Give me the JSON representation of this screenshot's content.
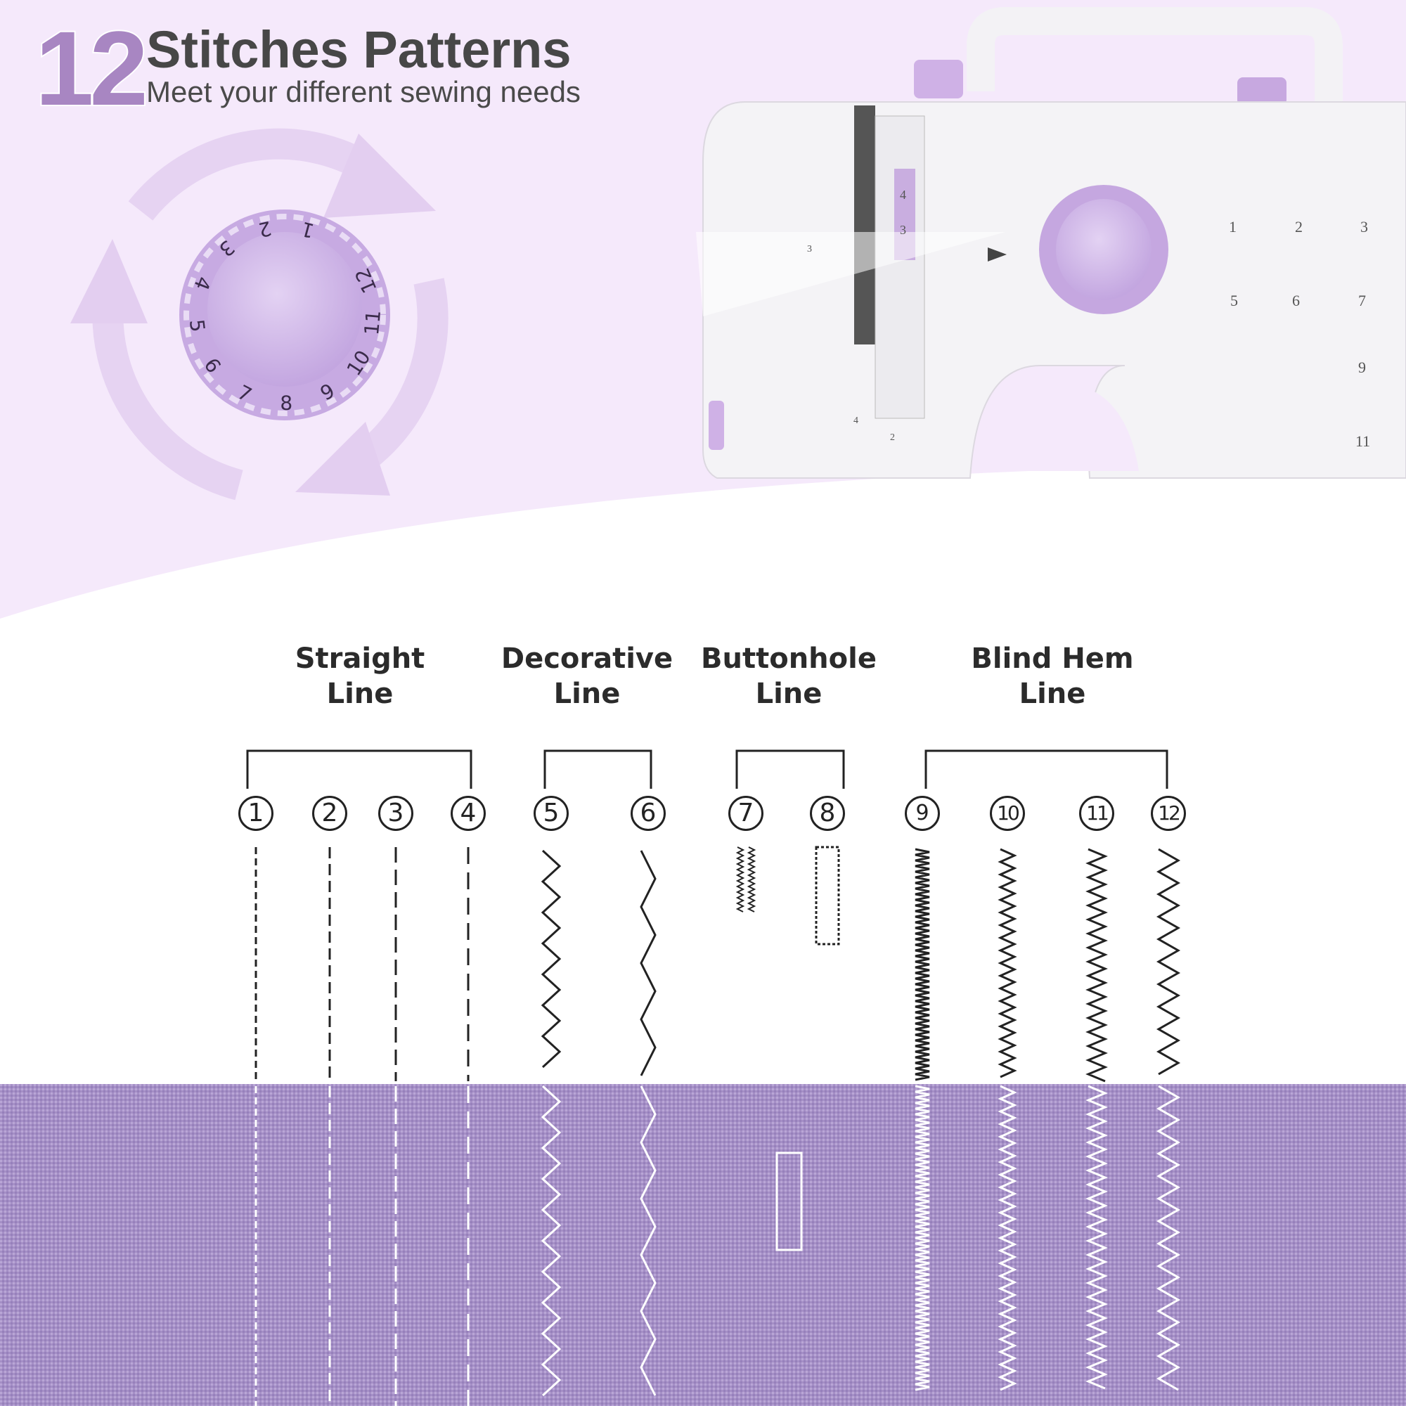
{
  "header": {
    "number": "12",
    "title": "Stitches Patterns",
    "subtitle": "Meet your different sewing needs"
  },
  "dial": {
    "numbers": [
      "1",
      "2",
      "3",
      "4",
      "5",
      "6",
      "7",
      "8",
      "9",
      "10",
      "11",
      "12"
    ]
  },
  "machine": {
    "panel_numbers": [
      "1",
      "2",
      "3",
      "5",
      "6",
      "7",
      "9",
      "11"
    ],
    "tension_marks": [
      "4",
      "3"
    ],
    "guide_marks": [
      "3",
      "4",
      "2"
    ]
  },
  "categories": [
    {
      "line1": "Straight",
      "line2": "Line",
      "stitches": [
        "1",
        "2",
        "3",
        "4"
      ]
    },
    {
      "line1": "Decorative",
      "line2": "Line",
      "stitches": [
        "5",
        "6"
      ]
    },
    {
      "line1": "Buttonhole",
      "line2": "Line",
      "stitches": [
        "7",
        "8"
      ]
    },
    {
      "line1": "Blind Hem",
      "line2": "Line",
      "stitches": [
        "9",
        "10",
        "11",
        "12"
      ]
    }
  ],
  "colors": {
    "background_top": "#f5e9fb",
    "accent": "#a886c2",
    "fabric": "#a58fc6",
    "dial": "#cdb3e6",
    "text": "#474747"
  }
}
